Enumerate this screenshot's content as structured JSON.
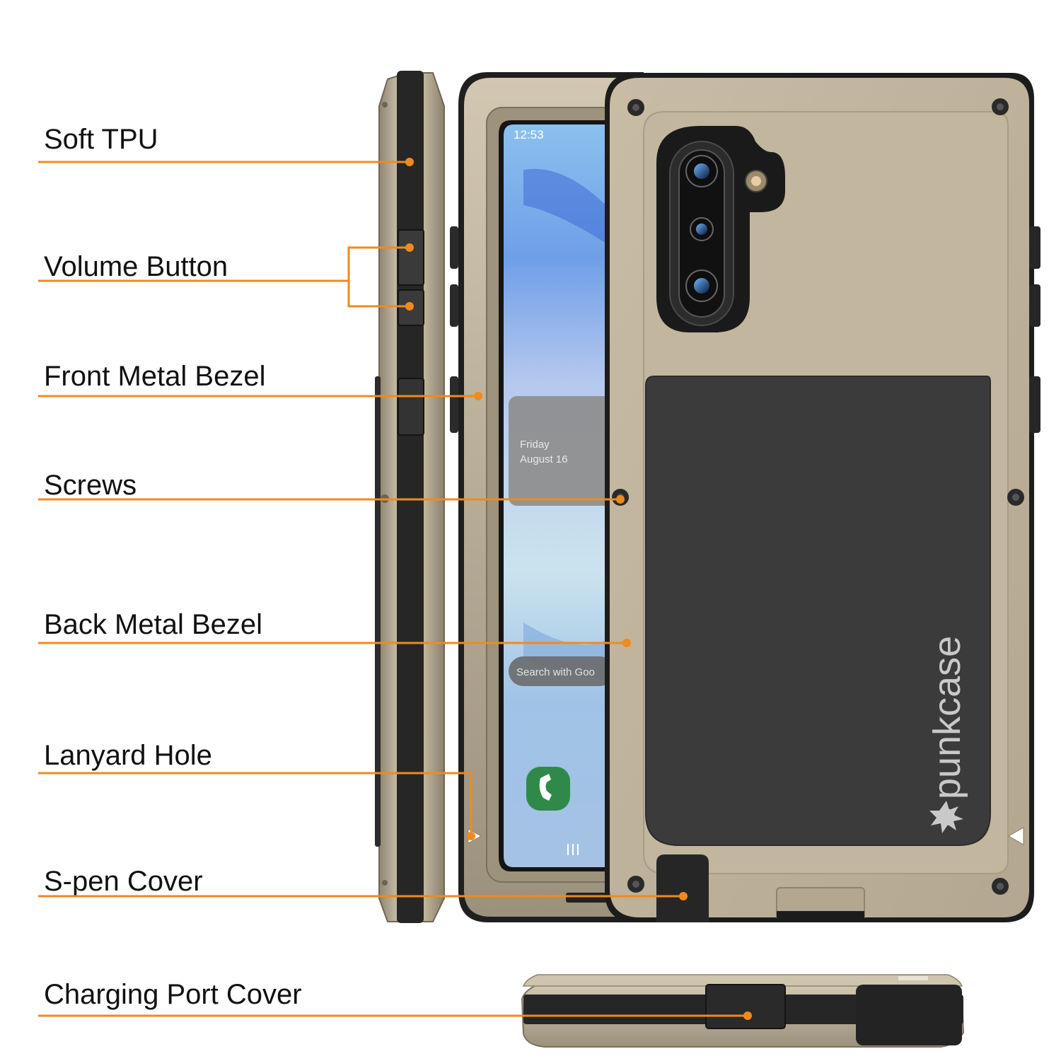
{
  "colors": {
    "accent": "#f08a1c",
    "case_metal": "#b9ad95",
    "case_metal_light": "#cfc4ad",
    "case_dark": "#2a2a2a",
    "panel": "#3b3b3b",
    "screen": "#a9c6e6"
  },
  "labels": {
    "soft_tpu": "Soft TPU",
    "volume_button": "Volume Button",
    "front_metal_bezel": "Front Metal Bezel",
    "screws": "Screws",
    "back_metal_bezel": "Back Metal Bezel",
    "lanyard_hole": "Lanyard Hole",
    "s_pen_cover": "S-pen Cover",
    "charging_port_cover": "Charging Port Cover"
  },
  "screen": {
    "time": "12:53",
    "day": "Friday",
    "date": "August 16",
    "search_text": "Search with Goo",
    "nav_icon": "recent-apps-icon"
  },
  "brand": {
    "logo_text": "punkcase"
  },
  "icons": {
    "phone_app": "phone-icon",
    "lanyard": "lanyard-triangle-icon",
    "camera": "camera-lens-icon",
    "flash": "flash-icon",
    "screw": "screw-icon"
  }
}
